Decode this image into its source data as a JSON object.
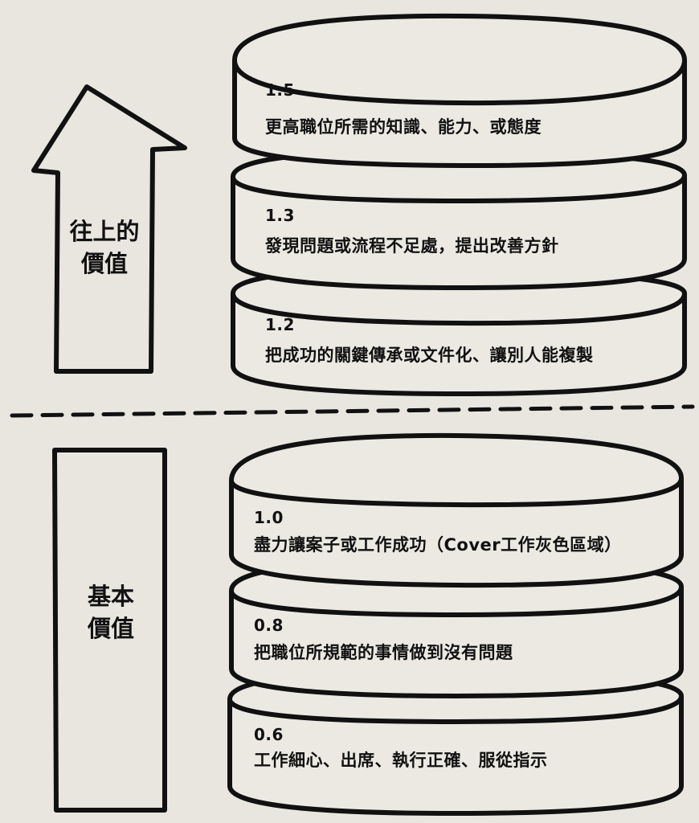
{
  "upper_arrow": {
    "line1": "往上的",
    "line2": "價值"
  },
  "lower_box": {
    "line1": "基本",
    "line2": "價值"
  },
  "upper_discs": [
    {
      "number": "1.5",
      "text": "更高職位所需的知識、能力、或態度"
    },
    {
      "number": "1.3",
      "text": "發現問題或流程不足處，提出改善方針"
    },
    {
      "number": "1.2",
      "text": "把成功的關鍵傳承或文件化、讓別人能複製"
    }
  ],
  "lower_discs": [
    {
      "number": "1.0",
      "text": "盡力讓案子或工作成功（Cover工作灰色區域）"
    },
    {
      "number": "0.8",
      "text": "把職位所規範的事情做到沒有問題"
    },
    {
      "number": "0.6",
      "text": "工作細心、出席、執行正確、服從指示"
    }
  ]
}
